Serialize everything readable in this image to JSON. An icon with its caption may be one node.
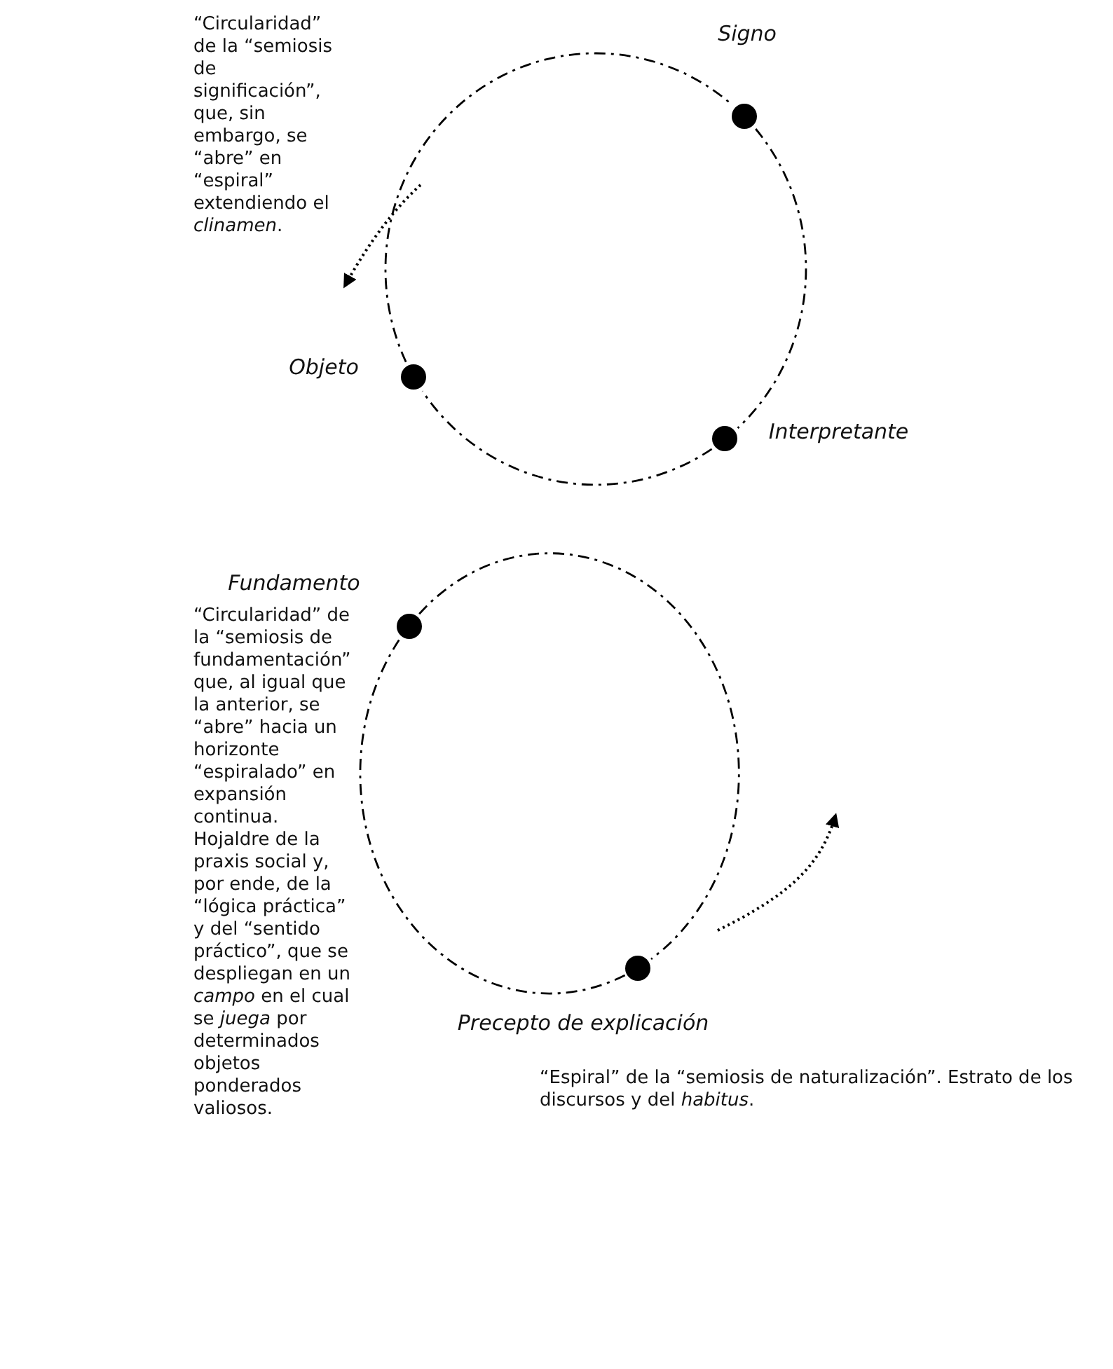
{
  "diagram": {
    "nodes": [
      {
        "text": [],
        "shape": "circle",
        "beside": [
          "Signo"
        ]
      },
      {
        "text": [],
        "shape": "circle",
        "beside": [
          "Interpretante"
        ]
      },
      {
        "text": [],
        "shape": "circle",
        "beside": [
          "Objeto"
        ]
      },
      {
        "text": [],
        "shape": "circle",
        "beside": [
          "Fundamento"
        ]
      },
      {
        "text": [],
        "shape": "circle",
        "beside": [
          "Precepto de explicación"
        ]
      }
    ],
    "edges": [
      {
        "from": 0,
        "to": 1,
        "arrow": "none",
        "style": "dashed"
      },
      {
        "from": 1,
        "to": 2,
        "arrow": "none",
        "style": "dashed"
      },
      {
        "from": 2,
        "to": 0,
        "arrow": "none",
        "style": "dashed"
      },
      {
        "from": 3,
        "to": 4,
        "arrow": "none",
        "style": "dashed"
      },
      {
        "from": 4,
        "to": 3,
        "arrow": "none",
        "style": "dashed"
      }
    ],
    "labels": [
      "“Circularidad” de la “semiosis de significación”, que, sin embargo, se “abre” en “espiral” extendiendo el *clinamen*.",
      "“Circularidad” de la “semiosis de fundamentación” que, al igual que la anterior, se “abre” hacia un horizonte “espiralado” en expansión continua. Hojaldre de la praxis social y, por ende, de la “lógica práctica” y del “sentido práctico”, que se despliegan en un *campo* en el cual se *juega* por determinados objetos ponderados valiosos.",
      "“Espiral” de la “semiosis de naturalización”. Estrato de los discursos y del *habitus*."
    ]
  }
}
